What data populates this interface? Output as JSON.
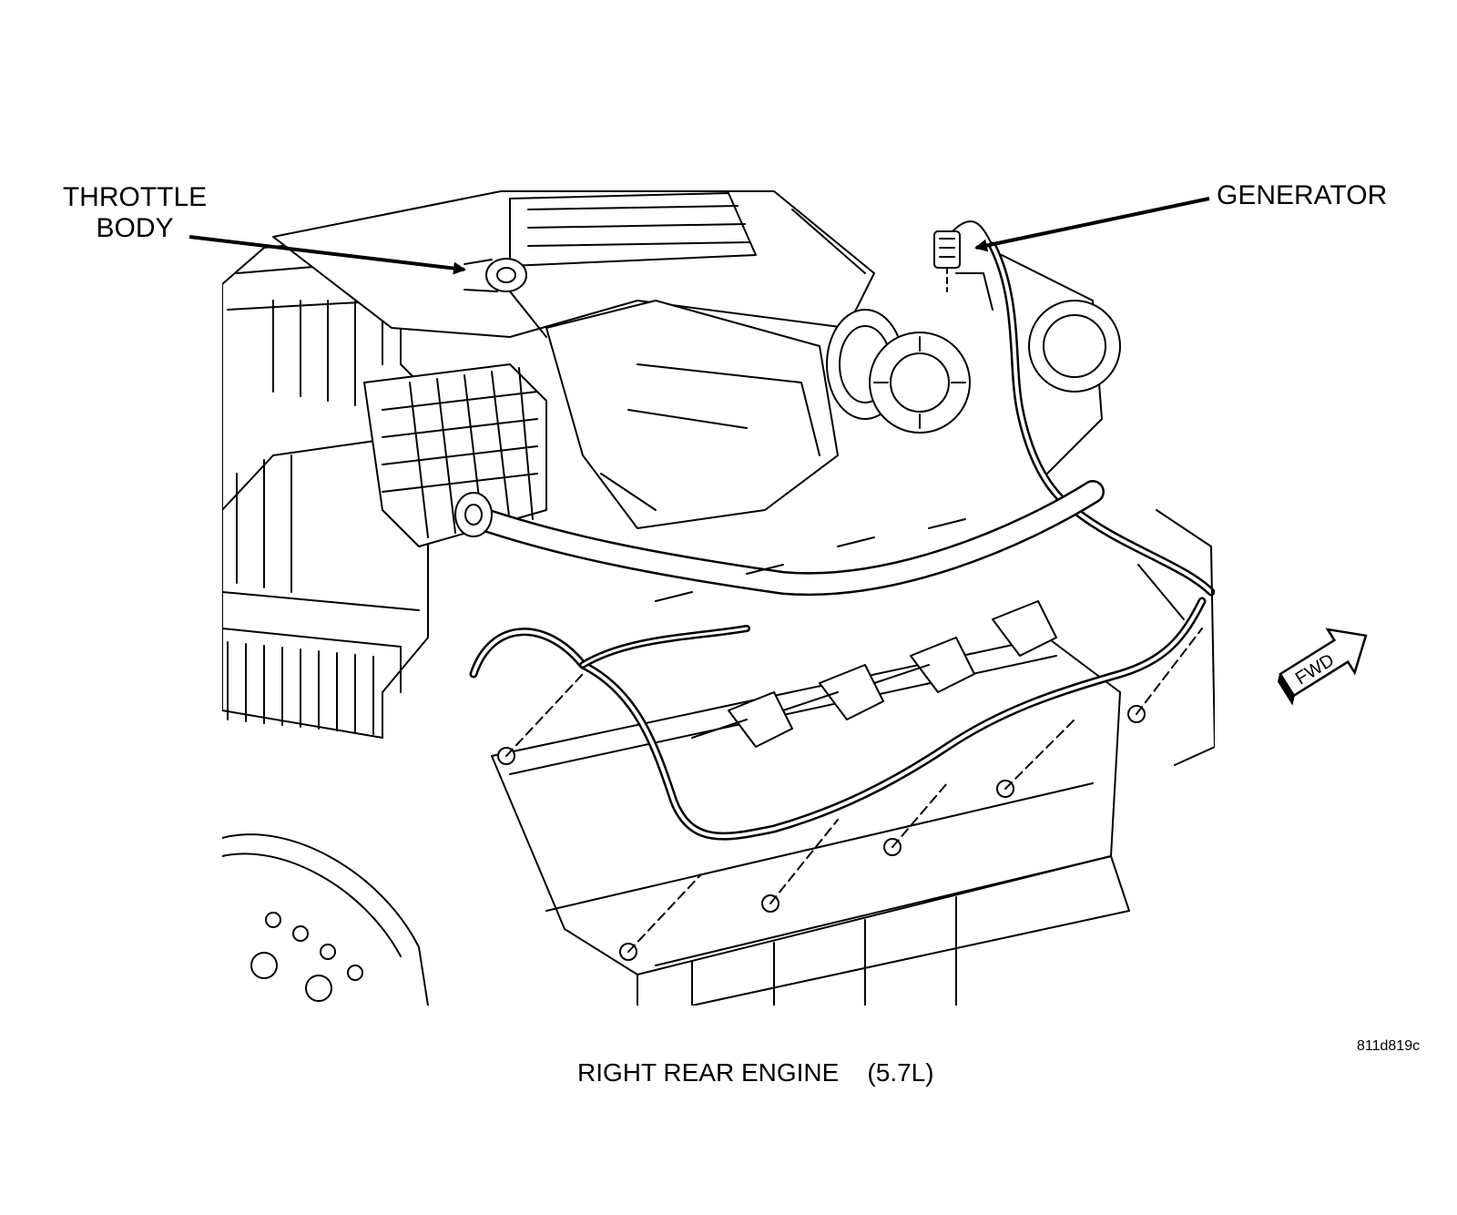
{
  "callouts": {
    "throttle_body_line1": "THROTTLE",
    "throttle_body_line2": "BODY",
    "generator": "GENERATOR"
  },
  "direction_marker": "FWD",
  "figure_id": "811d819c",
  "caption": "RIGHT REAR ENGINE    (5.7L)"
}
